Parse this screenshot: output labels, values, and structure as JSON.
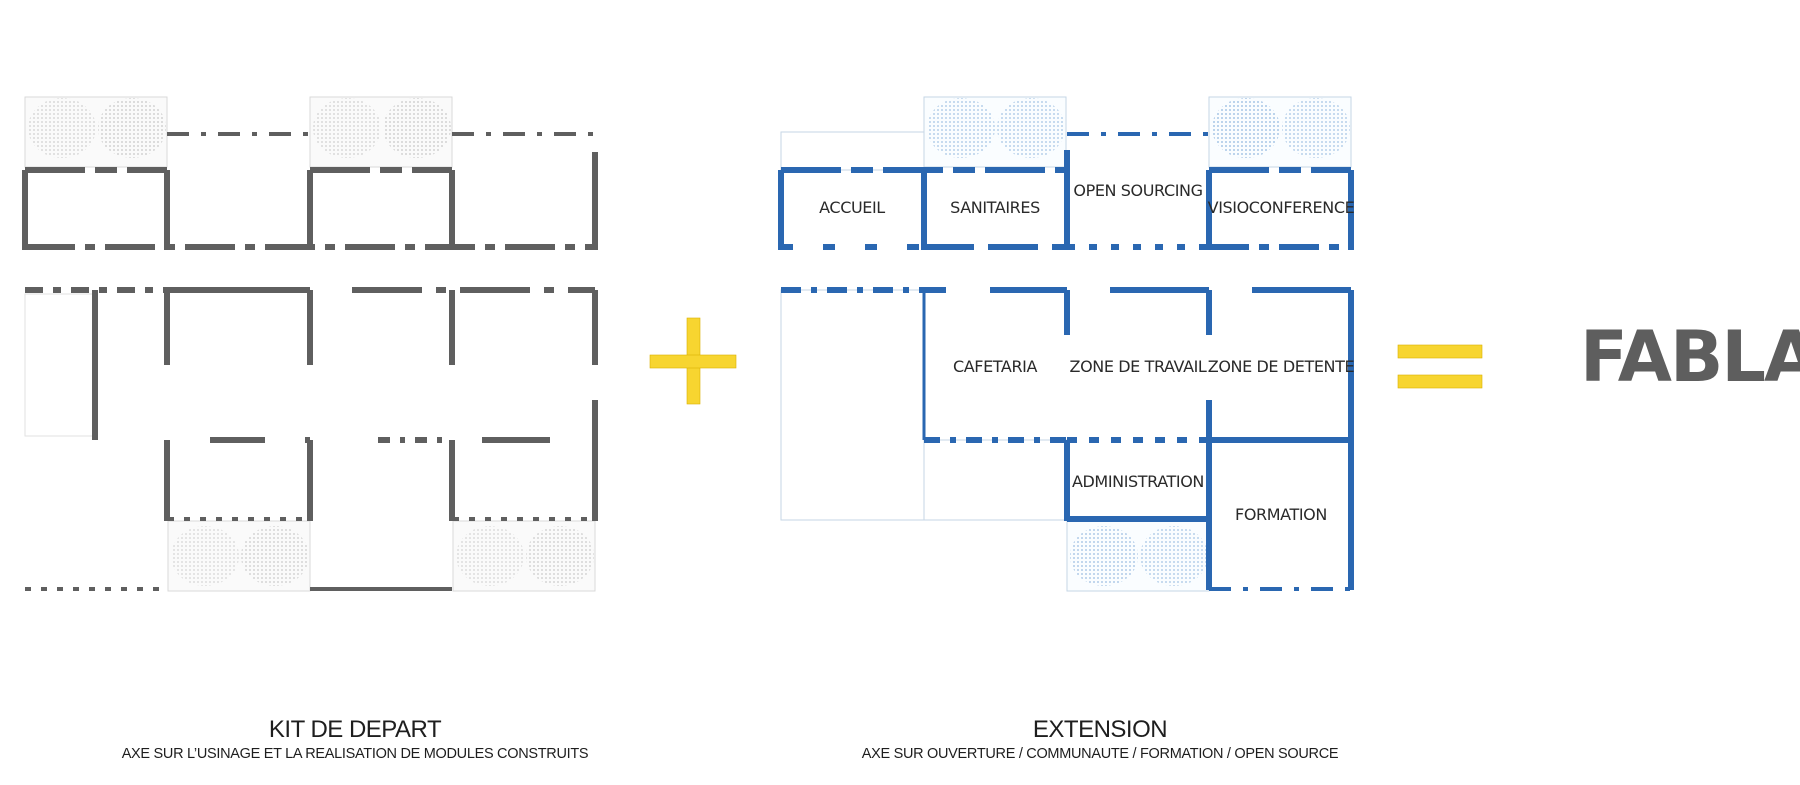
{
  "colors": {
    "kit_walls": "#5f5f5f",
    "extension_walls": "#2a67b1",
    "light_outline": "#c5d6e6",
    "yellow_symbol": "#f7d530",
    "text": "#1e1e1e",
    "result_text": "#5e5e5e"
  },
  "operators": {
    "plus": "+",
    "equals": "="
  },
  "kit": {
    "title": "KIT DE DEPART",
    "subtitle": "AXE SUR L’USINAGE ET LA REALISATION DE MODULES CONSTRUITS"
  },
  "extension": {
    "title": "EXTENSION",
    "subtitle": "AXE SUR OUVERTURE / COMMUNAUTE / FORMATION / OPEN SOURCE",
    "rooms": {
      "accueil": "ACCUEIL",
      "sanitaires": "SANITAIRES",
      "open_sourcing": "OPEN SOURCING",
      "visioconference": "VISIOCONFERENCE",
      "cafetaria": "CAFETARIA",
      "zone_travail": "ZONE DE TRAVAIL",
      "zone_detente": "ZONE DE DETENTE",
      "administration": "ADMINISTRATION",
      "formation": "FORMATION"
    }
  },
  "result": {
    "label": "FABLAB"
  }
}
